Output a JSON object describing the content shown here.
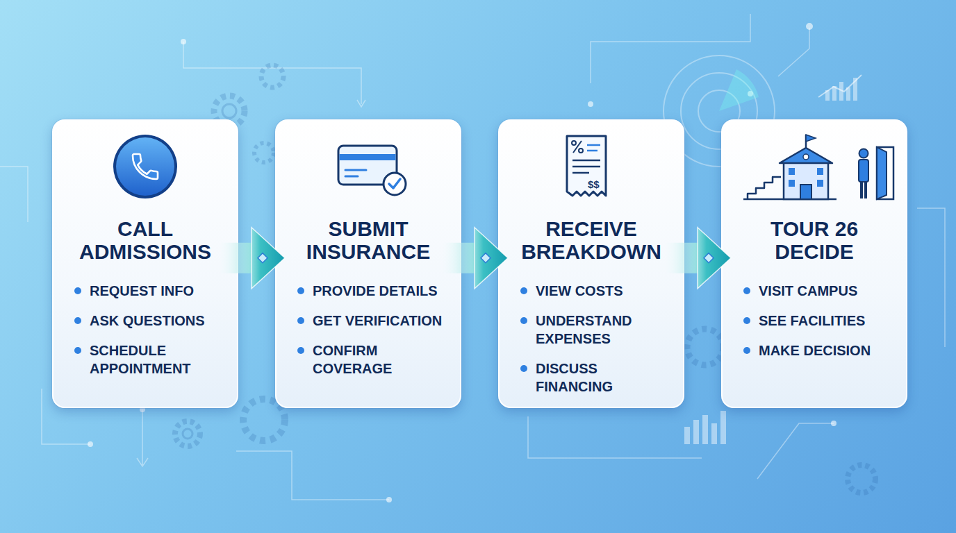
{
  "diagram": {
    "nodes": [
      {
        "text": [
          "CALL ADMISSIONS",
          "REQUEST INFO",
          "ASK QUESTIONS",
          "SCHEDULE APPOINTMENT"
        ]
      },
      {
        "text": [
          "SUBMIT INSURANCE",
          "PROVIDE DETAILS",
          "GET VERIFICATION",
          "CONFIRM COVERAGE"
        ]
      },
      {
        "text": [
          "RECEIVE BREAKDOWN",
          "VIEW COSTS",
          "UNDERSTAND EXPENSES",
          "DISCUSS FINANCING"
        ]
      },
      {
        "text": [
          "TOUR 26 DECIDE",
          "VISIT CAMPUS",
          "SEE FACILITIES",
          "MAKE DECISION"
        ]
      }
    ],
    "edges": [
      {
        "from": 0,
        "to": 1,
        "arrow": "to"
      },
      {
        "from": 1,
        "to": 2,
        "arrow": "to"
      },
      {
        "from": 2,
        "to": 3,
        "arrow": "to"
      }
    ],
    "labels": [
      "$$"
    ]
  }
}
